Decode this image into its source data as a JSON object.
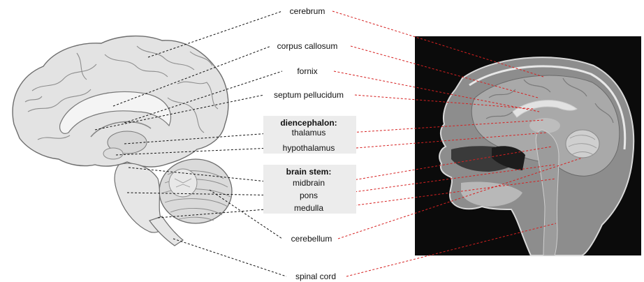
{
  "labels": {
    "cerebrum": "cerebrum",
    "corpus_callosum": "corpus callosum",
    "fornix": "fornix",
    "septum_pellucidum": "septum pellucidum",
    "diencephalon_header": "diencephalon:",
    "thalamus": "thalamus",
    "hypothalamus": "hypothalamus",
    "brain_stem_header": "brain stem:",
    "midbrain": "midbrain",
    "pons": "pons",
    "medulla": "medulla",
    "cerebellum": "cerebellum",
    "spinal_cord": "spinal cord"
  },
  "colors": {
    "illustration_leader": "#111111",
    "mri_leader": "#d62020",
    "group_background": "#ececec",
    "mri_background": "#0b0b0b"
  }
}
